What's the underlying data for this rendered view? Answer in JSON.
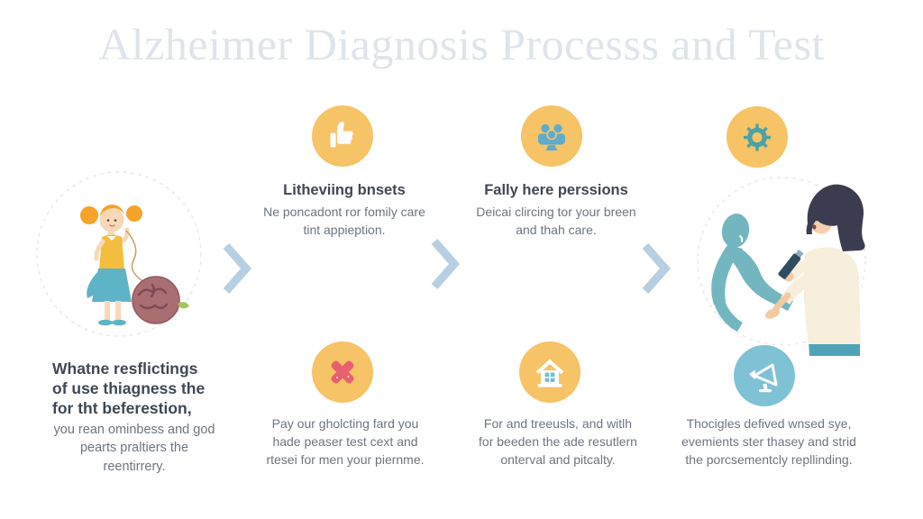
{
  "title": "Alzheimer Diagnosis Processs and Test",
  "steps": [
    {
      "illustration": "girl-pulling-brain-ball",
      "heading": "Whatne resflictings of use thiagness the for tht beferestion,",
      "body": "you rean ominbess and god pearts praltiers the reentirrery."
    },
    {
      "top": {
        "icon": "thumbs-up-icon",
        "heading": "Litheviing bnsets",
        "body": "Ne poncadont ror fomily care tint appieption."
      },
      "bottom": {
        "icon": "x-mark-icon",
        "body": "Pay our gholcting fard you hade peaser test cext and rtesei for men your piernme."
      }
    },
    {
      "top": {
        "icon": "family-icon",
        "heading": "Fally here perssions",
        "body": "Deicai clircing tor your breen and thah care."
      },
      "bottom": {
        "icon": "house-icon",
        "body": "For and treeusls, and witlh for beeden the ade resutlern onterval and pitcalty."
      }
    },
    {
      "top": {
        "icon": "gear-icon"
      },
      "illustration": "memory-test-examination",
      "bottom": {
        "icon": "megaphone-icon",
        "body": "Thocigles defived wnsed sye, evemients ster thasey and strid the porcsementcly repllinding."
      }
    }
  ],
  "colors": {
    "title_text": "#dfe4eb",
    "heading_text": "#3f4854",
    "body_text": "#6d7580",
    "icon_circle_yellow": "#f6c367",
    "icon_circle_blue": "#7fc1d5",
    "x_mark_red": "#ea5f6d",
    "gear_teal": "#4ba1a6",
    "family_blue": "#5fabcd",
    "chevron_blue": "#b7cfe2",
    "silhouette_teal": "#74b6c0",
    "brain_mauve": "#a96e72"
  }
}
